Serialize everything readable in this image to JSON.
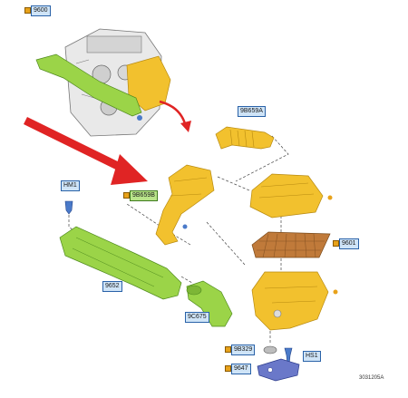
{
  "labels": {
    "engine": "9600",
    "intake_hose": "9B659A",
    "intake_duct": "9B659B",
    "upper_housing_ref": "HM1",
    "filter": "9601",
    "resonator": "9652",
    "inlet_tube": "9C675",
    "grommet": "9B329",
    "bracket": "9647",
    "screw": "HS1"
  },
  "reference_number": "3031205A",
  "colors": {
    "part_yellow": "#f2c12e",
    "part_green": "#9bd448",
    "filter_brown": "#c07a3a",
    "bracket_blue": "#6a78c9",
    "arrow_red": "#e02424",
    "label_blue": "#cfe4f7"
  }
}
